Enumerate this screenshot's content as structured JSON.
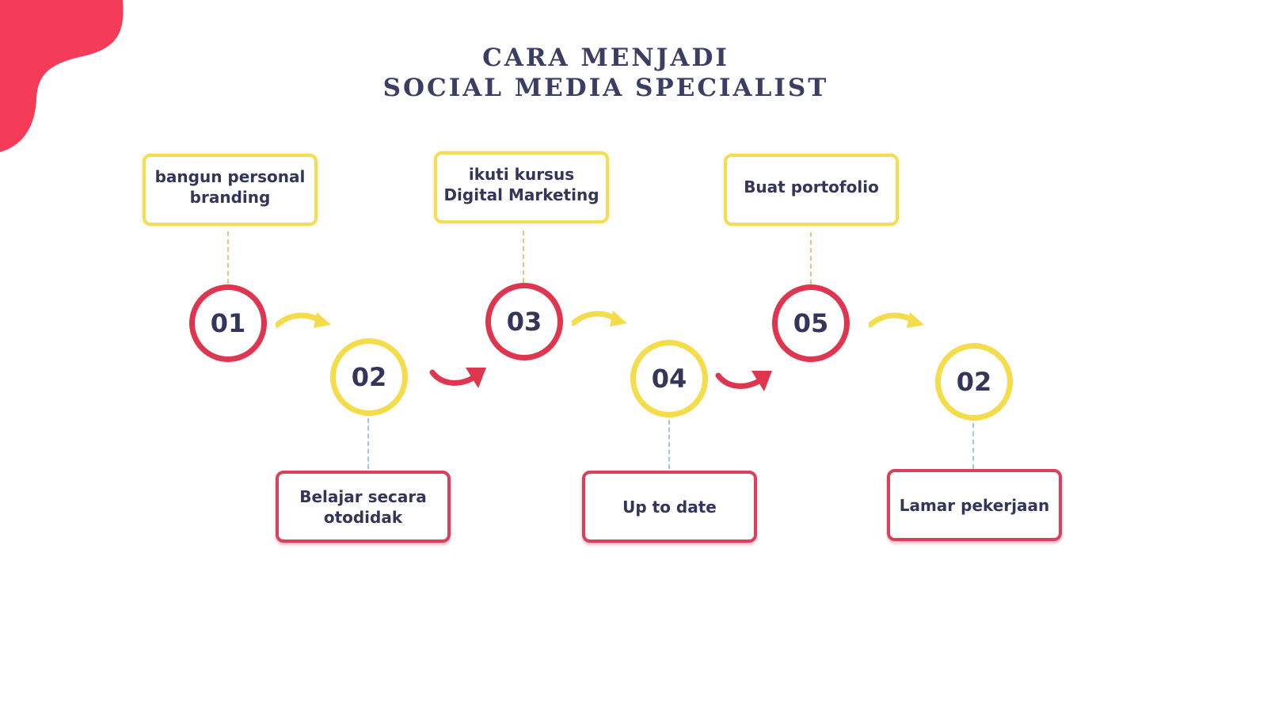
{
  "title": {
    "line1": "CARA MENJADI",
    "line2": "SOCIAL MEDIA SPECIALIST"
  },
  "colors": {
    "red": "#e0354f",
    "yellow": "#f5dc4a",
    "navy": "#33365a",
    "blob": "#f43b57"
  },
  "steps": [
    {
      "number": "01",
      "label_top": "bangun personal branding",
      "circle_color": "red"
    },
    {
      "number": "02",
      "label_bottom": "Belajar secara otodidak",
      "circle_color": "yellow"
    },
    {
      "number": "03",
      "label_top": "ikuti kursus Digital Marketing",
      "circle_color": "red"
    },
    {
      "number": "04",
      "label_bottom": "Up to date",
      "circle_color": "yellow"
    },
    {
      "number": "05",
      "label_top": "Buat portofolio",
      "circle_color": "red"
    },
    {
      "number": "02",
      "label_bottom": "Lamar pekerjaan",
      "circle_color": "yellow"
    }
  ],
  "labels": {
    "box1_line1": "bangun personal",
    "box1_line2": "branding",
    "box2_line1": "Belajar secara",
    "box2_line2": "otodidak",
    "box3_line1": "ikuti kursus",
    "box3_line2": "Digital Marketing",
    "box4": "Up to date",
    "box5": "Buat portofolio",
    "box6": "Lamar pekerjaan"
  },
  "icons": {
    "arrow_yellow": "curved-arrow-right-yellow",
    "arrow_red": "curved-arrow-right-red"
  }
}
